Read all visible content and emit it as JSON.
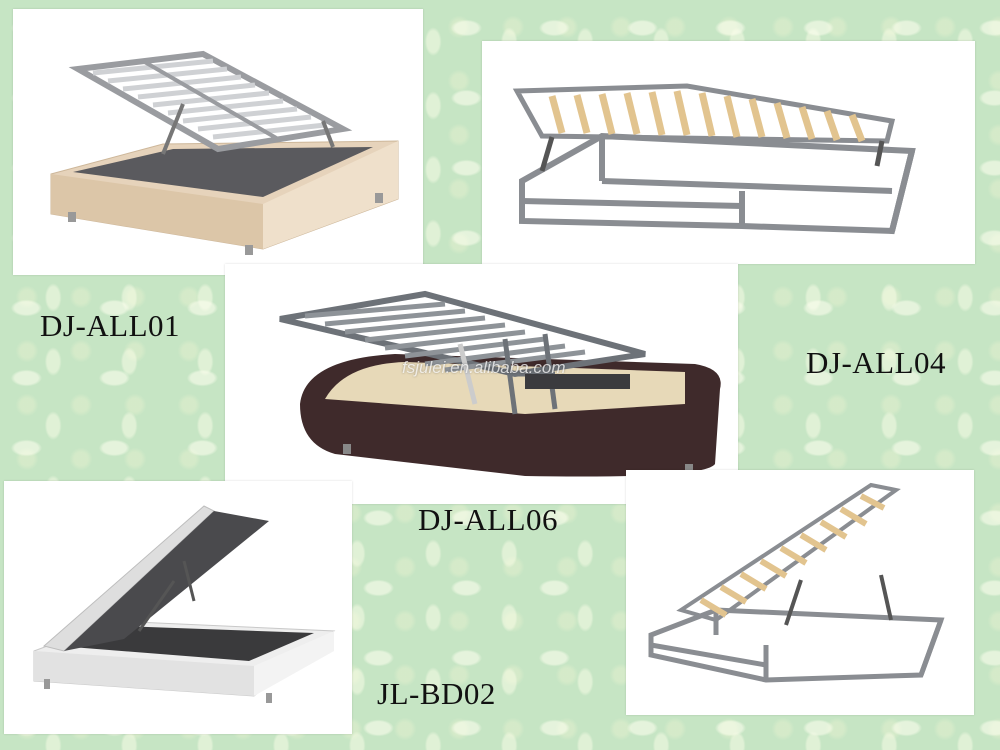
{
  "products": [
    {
      "model": "DJ-ALL01",
      "description": "Upholstered beige storage bed base with lifted metal slatted frame"
    },
    {
      "model": "DJ-ALL04",
      "description": "Steel tube storage bed frame with lifted wooden slats"
    },
    {
      "model": "DJ-ALL06",
      "description": "Dark brown upholstered storage bed with lifting slatted top"
    },
    {
      "model": "JL-BD02",
      "description": "White quilted storage bed with lifted top and gas struts"
    }
  ],
  "watermark": "fsjulei.en.alibaba.com",
  "colors": {
    "background": "#c6e5c4",
    "panel": "#ffffff",
    "metal": "#8a8d92",
    "slat_wood": "#e2c48f",
    "beige_base": "#e6d3bb",
    "brown_base": "#3f2a2b"
  }
}
